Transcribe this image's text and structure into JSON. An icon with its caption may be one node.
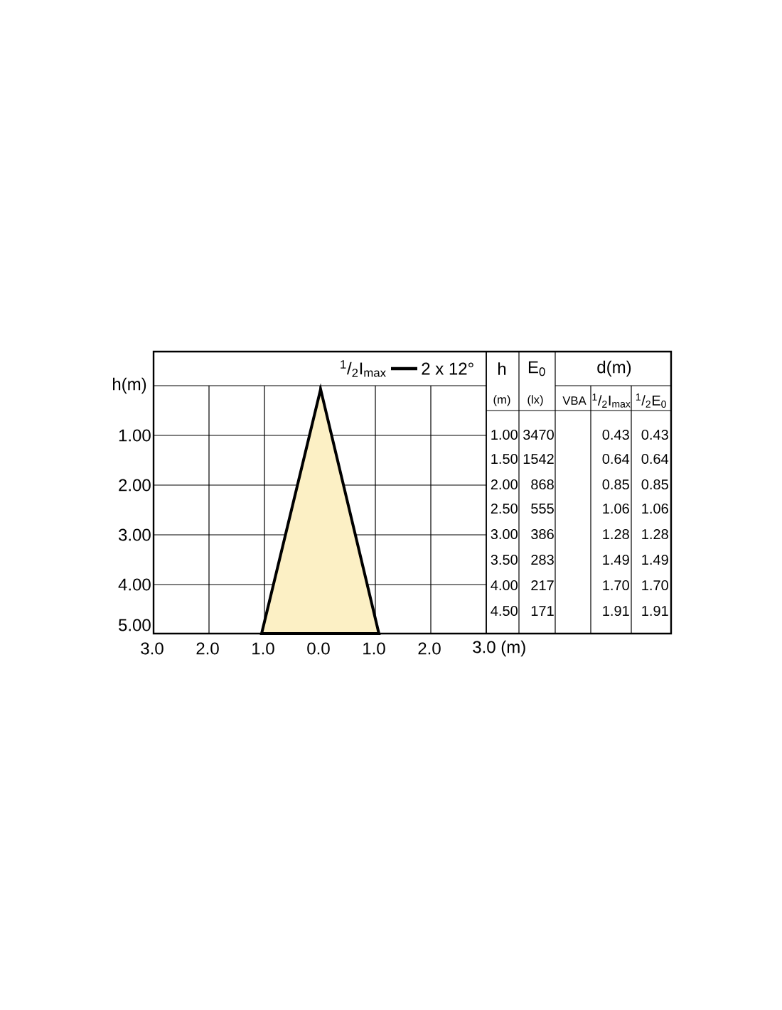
{
  "diagram": {
    "labels": [
      "h(m)",
      "1.00",
      "2.00",
      "3.00",
      "4.00",
      "5.00",
      "3.0",
      "2.0",
      "1.0",
      "0.0",
      "1.0",
      "2.0",
      "3.0 (m)",
      "$^{1}$/$_{2}$I$_{max}$",
      "2 x 12°",
      "h",
      "E$_{0}$",
      "d(m)",
      "(m)",
      "(lx)",
      "VBA",
      "$^{1}$/$_{2}$I$_{max}$",
      "$^{1}$/$_{2}$E$_{0}$",
      "1.00",
      "3470",
      "0.43",
      "0.43",
      "1.50",
      "1542",
      "0.64",
      "0.64",
      "2.00",
      "868",
      "0.85",
      "0.85",
      "2.50",
      "555",
      "1.06",
      "1.06",
      "3.00",
      "386",
      "1.28",
      "1.28",
      "3.50",
      "283",
      "1.49",
      "1.49",
      "4.00",
      "217",
      "1.70",
      "1.70",
      "4.50",
      "171",
      "1.91",
      "1.91"
    ]
  }
}
